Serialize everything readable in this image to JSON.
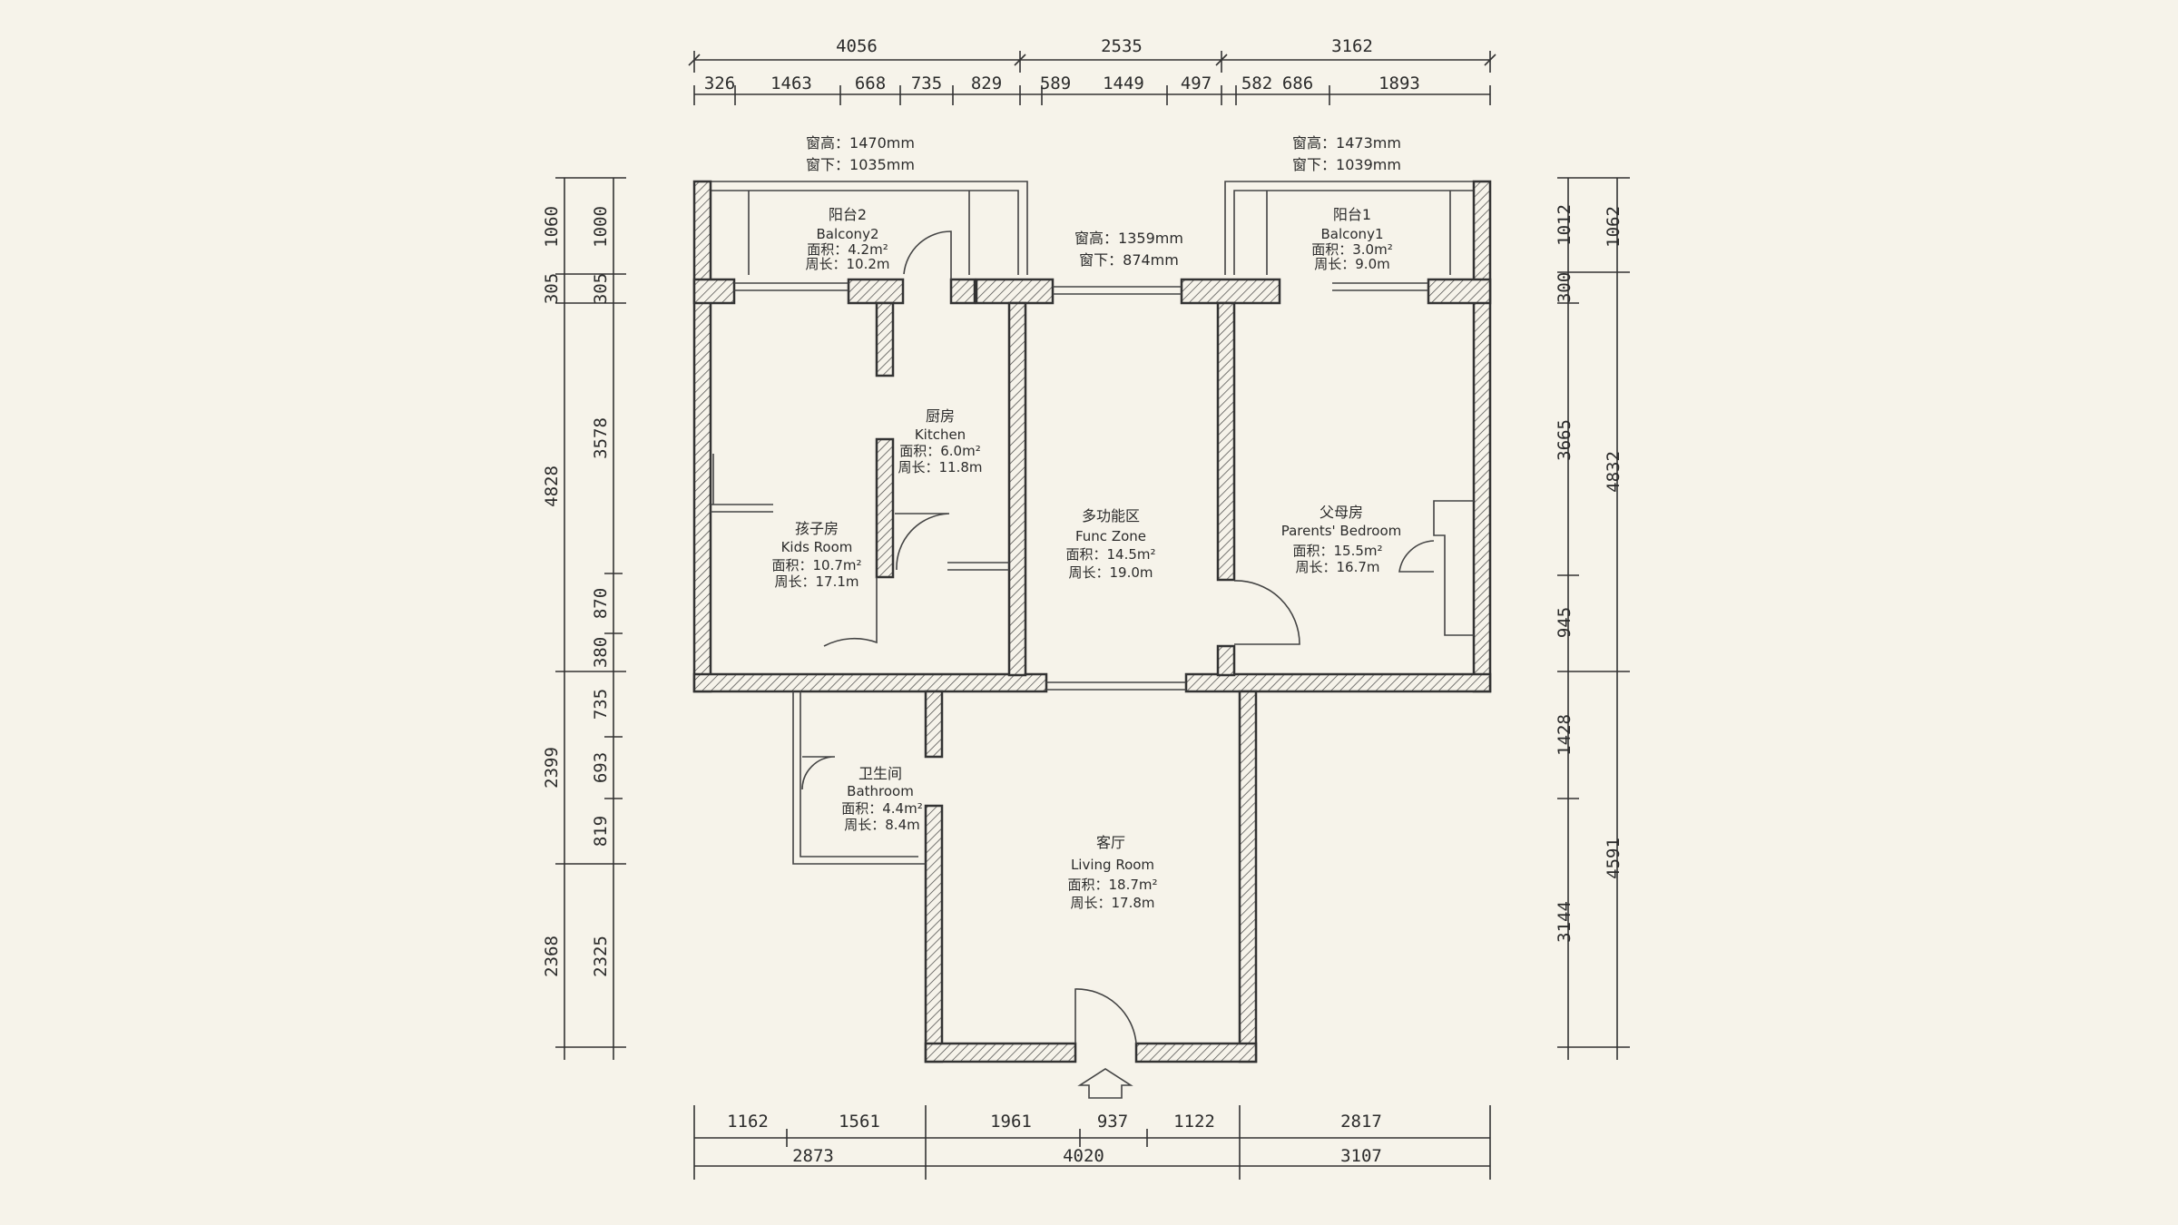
{
  "colors": {
    "background": "#f6f3ea",
    "ink": "#333333"
  },
  "dims": {
    "top_total": [
      "4056",
      "2535",
      "3162"
    ],
    "top_detail": [
      "326",
      "1463",
      "668",
      "735",
      "829",
      "589",
      "1449",
      "497",
      "582",
      "686",
      "1893"
    ],
    "bottom_detail": [
      "1162",
      "1561",
      "1961",
      "937",
      "1122",
      "2817"
    ],
    "bottom_total": [
      "2873",
      "4020",
      "3107"
    ],
    "left_outer": [
      "1060",
      "305",
      "4828",
      "2399",
      "2368"
    ],
    "left_inner": [
      "1000",
      "305",
      "3578",
      "870",
      "380",
      "735",
      "693",
      "819",
      "2325"
    ],
    "right_inner": [
      "1012",
      "300",
      "3665",
      "945",
      "1428",
      "3144"
    ],
    "right_outer": [
      "1062",
      "4832",
      "4591"
    ]
  },
  "notes": {
    "win_left_h": "窗高：1470mm",
    "win_left_s": "窗下：1035mm",
    "win_mid_h": "窗高：1359mm",
    "win_mid_s": "窗下：874mm",
    "win_right_h": "窗高：1473mm",
    "win_right_s": "窗下：1039mm"
  },
  "rooms": {
    "balcony2": {
      "cn": "阳台2",
      "en": "Balcony2",
      "area": "面积：4.2m²",
      "perim": "周长：10.2m"
    },
    "balcony1": {
      "cn": "阳台1",
      "en": "Balcony1",
      "area": "面积：3.0m²",
      "perim": "周长：9.0m"
    },
    "kitchen": {
      "cn": "厨房",
      "en": "Kitchen",
      "area": "面积：6.0m²",
      "perim": "周长：11.8m"
    },
    "kids": {
      "cn": "孩子房",
      "en": "Kids Room",
      "area": "面积：10.7m²",
      "perim": "周长：17.1m"
    },
    "func": {
      "cn": "多功能区",
      "en": "Func Zone",
      "area": "面积：14.5m²",
      "perim": "周长：19.0m"
    },
    "parents": {
      "cn": "父母房",
      "en": "Parents' Bedroom",
      "area": "面积：15.5m²",
      "perim": "周长：16.7m"
    },
    "bath": {
      "cn": "卫生间",
      "en": "Bathroom",
      "area": "面积：4.4m²",
      "perim": "周长：8.4m"
    },
    "living": {
      "cn": "客厅",
      "en": "Living Room",
      "area": "面积：18.7m²",
      "perim": "周长：17.8m"
    }
  }
}
